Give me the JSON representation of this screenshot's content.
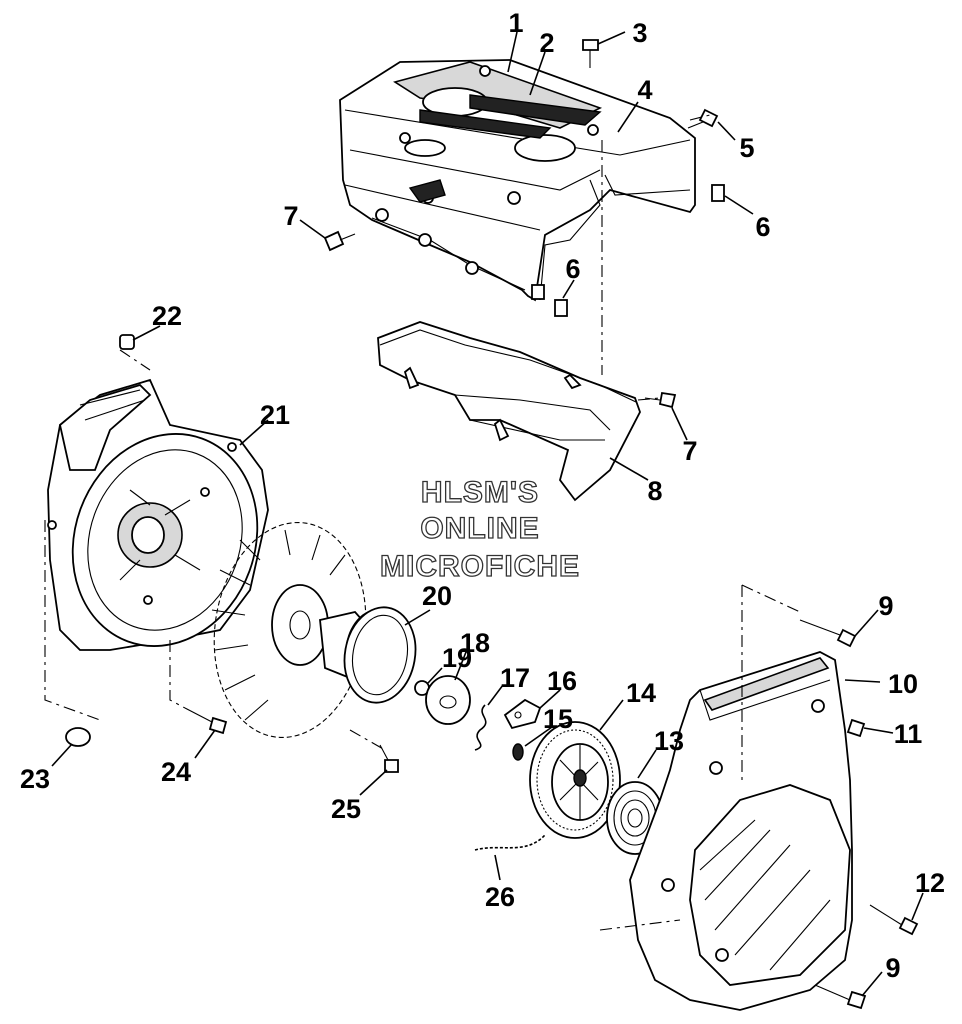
{
  "watermark": [
    "HLSM'S",
    "ONLINE",
    "MICROFICHE"
  ],
  "callouts": [
    "1",
    "2",
    "3",
    "4",
    "5",
    "6",
    "7",
    "8",
    "9",
    "10",
    "11",
    "12",
    "13",
    "14",
    "15",
    "16",
    "17",
    "18",
    "19",
    "20",
    "21",
    "22",
    "23",
    "24",
    "25",
    "26"
  ],
  "callout_instances": [
    "1",
    "2",
    "3",
    "4",
    "5",
    "6",
    "6",
    "7",
    "7",
    "8",
    "9",
    "9",
    "10",
    "11",
    "12",
    "13",
    "14",
    "15",
    "16",
    "17",
    "18",
    "19",
    "20",
    "21",
    "22",
    "23",
    "24",
    "25",
    "26"
  ]
}
